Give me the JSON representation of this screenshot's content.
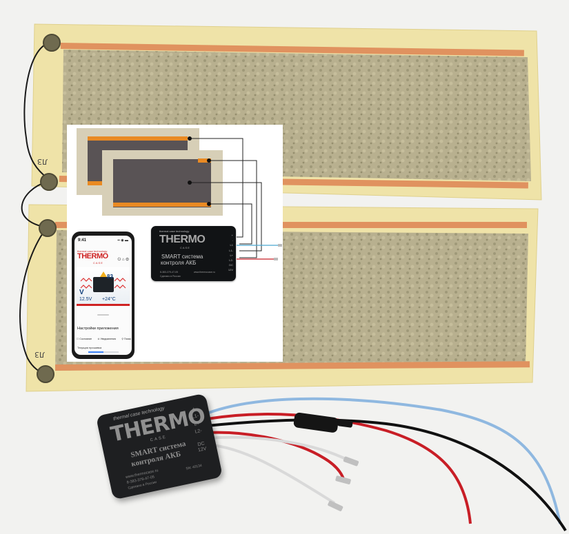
{
  "scene": {
    "colors": {
      "background": "#f2f2f0",
      "pad_frame": "#efe3a8",
      "pad_felt": "#b8b08f",
      "copper": "#e0925f",
      "module": "#1e1f21",
      "brand_red": "#cf2222",
      "wire_blue": "#8fb8e0",
      "wire_red": "#c81e26",
      "wire_black": "#111111",
      "wire_white": "#d9d9d9"
    },
    "pad_marks": [
      "ЛЗ",
      "Л3"
    ]
  },
  "overlay": {
    "phone": {
      "time": "9:41",
      "status": "▪▪ ◉ ▬",
      "brand": "thermal case technology",
      "logo": "THERMO",
      "logo_sub": "CASE",
      "header_icons": "⏻ ⌂ ⚙",
      "battery_value": "83",
      "voltage_label": "V",
      "voltage": "12.5V",
      "temperature": "+24°C",
      "settings_title": "Настройки приложения",
      "tabs": [
        "☐ Состояние",
        "⊙ Уведомления",
        "⚲ Поиск"
      ],
      "progress_label": "Текущая прошивка",
      "progress_value": 0.5
    },
    "module": {
      "brand": "thermal case technology",
      "logo": "THERMO",
      "logo_sub": "CASE",
      "line1": "SMART  система",
      "line2": "контроля АКБ",
      "web": "8-383-379-47-05",
      "web2": "www.thermocase.ru",
      "made": "Сделано в России",
      "pins": [
        "+",
        "-",
        "L1",
        "L1-",
        "L+",
        "L2-",
        "DC",
        "12V"
      ]
    }
  },
  "module": {
    "brand": "thermal case technology",
    "logo": "THERMO",
    "logo_sub": "CASE",
    "line1": "SMART система",
    "line2": "контроля АКБ",
    "web": "www.thermocase.ru",
    "phone": "8-383-379-47-05",
    "made": "Сделано в России",
    "sn": "SN: 40134",
    "pins": [
      "+",
      "L1-",
      "L+",
      "L2-"
    ],
    "dc": [
      "DC",
      "12V"
    ]
  }
}
